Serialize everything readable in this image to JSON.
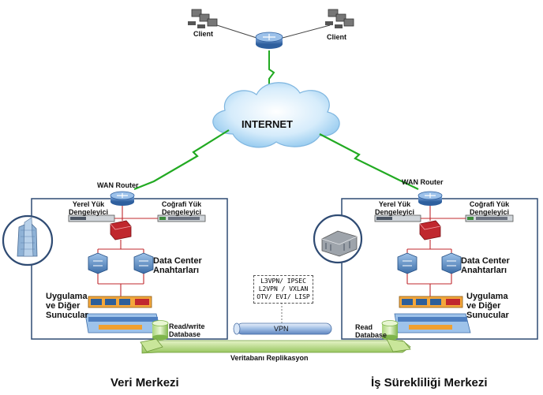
{
  "clients": {
    "left_label": "Client",
    "right_label": "Client"
  },
  "internet": {
    "label": "INTERNET"
  },
  "left_site": {
    "wan_router": "WAN Router",
    "local_lb": "Yerel Yük\nDengeleyici",
    "geo_lb": "Coğrafi Yük\nDengeleyici",
    "dc_switches": "Data Center\nAnahtarları",
    "servers": "Uygulama\nve Diğer\nSunucular",
    "database": "Read/write\nDatabase",
    "name": "Veri Merkezi"
  },
  "right_site": {
    "wan_router": "WAN Router",
    "local_lb": "Yerel Yük\nDengeleyici",
    "geo_lb": "Coğrafi Yük\nDengeleyici",
    "dc_switches": "Data Center\nAnahtarları",
    "servers": "Uygulama\nve Diğer\nSunucular",
    "database": "Read\nDatabase",
    "name": "İş Sürekliliği Merkezi"
  },
  "vpn": {
    "protocols": [
      "L3VPN/ IPSEC",
      "L2VPN / VXLAN",
      "OTV/ EVI/ LISP"
    ],
    "tunnel_label": "VPN"
  },
  "replication": {
    "label": "Veritabanı Replikasyon"
  },
  "colors": {
    "box_border": "#2f4b73",
    "link_green": "#22aa22",
    "router_blue": "#4a7fc1",
    "firewall_red": "#c0282e",
    "cloud_blue": "#bfe0f7",
    "replication_green": "#b6d97a"
  }
}
